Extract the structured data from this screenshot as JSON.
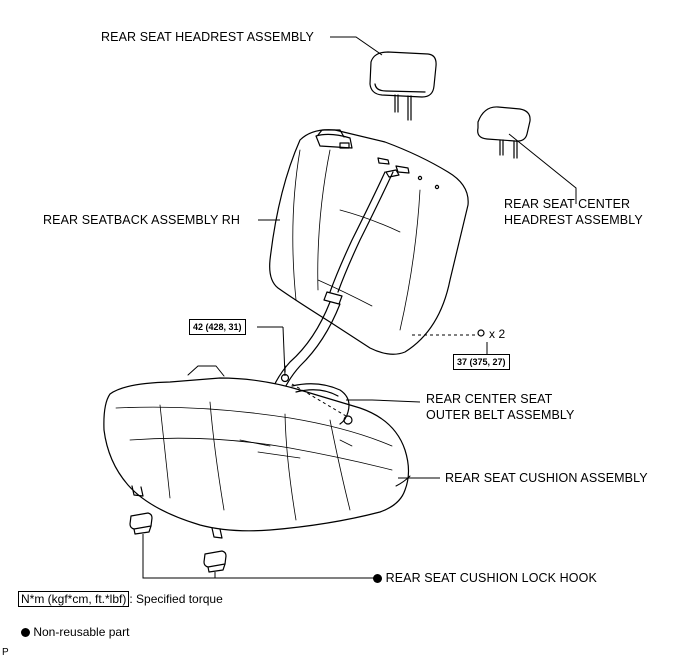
{
  "labels": {
    "headrest": "REAR SEAT HEADREST ASSEMBLY",
    "seatback": "REAR SEATBACK ASSEMBLY RH",
    "center_headrest_line1": "REAR SEAT CENTER",
    "center_headrest_line2": "HEADREST ASSEMBLY",
    "center_belt_line1": "REAR CENTER SEAT",
    "center_belt_line2": "OUTER BELT ASSEMBLY",
    "cushion": "REAR SEAT CUSHION ASSEMBLY",
    "lock_hook": "REAR SEAT CUSHION LOCK HOOK"
  },
  "torques": {
    "bolt_belt": "42 (428, 31)",
    "bolt_seatback": "37 (375, 27)"
  },
  "quantity": "x 2",
  "legend": {
    "torque_units": "N*m (kgf*cm, ft.*lbf)",
    "torque_desc": ": Specified torque",
    "nonreusable_desc": "Non-reusable part"
  },
  "corner_mark": "P"
}
